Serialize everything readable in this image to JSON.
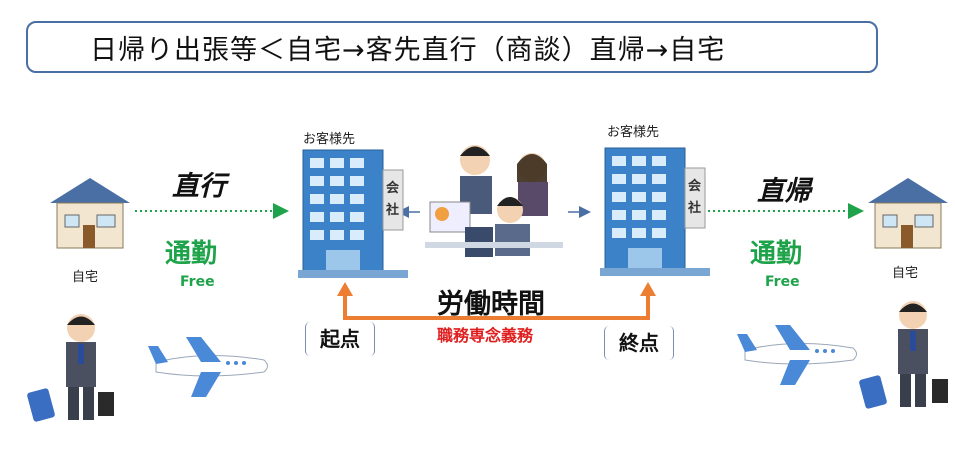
{
  "title": "日帰り出張等＜自宅→客先直行（商談）直帰→自宅",
  "labels": {
    "home_left": "自宅",
    "home_right": "自宅",
    "client_left": "お客様先",
    "client_right": "お客様先",
    "building_sign": [
      "会",
      "社"
    ],
    "direct_go": "直行",
    "direct_return": "直帰",
    "commute": "通勤",
    "free": "Free",
    "start": "起点",
    "end": "終点",
    "work_hours": "労働時間",
    "duty": "職務専念義務"
  },
  "colors": {
    "title_border": "#4a6fa5",
    "commute_green": "#1fa34a",
    "arrow_orange": "#ed7d31",
    "duty_red": "#e02020",
    "building_blue": "#3b82c8"
  }
}
